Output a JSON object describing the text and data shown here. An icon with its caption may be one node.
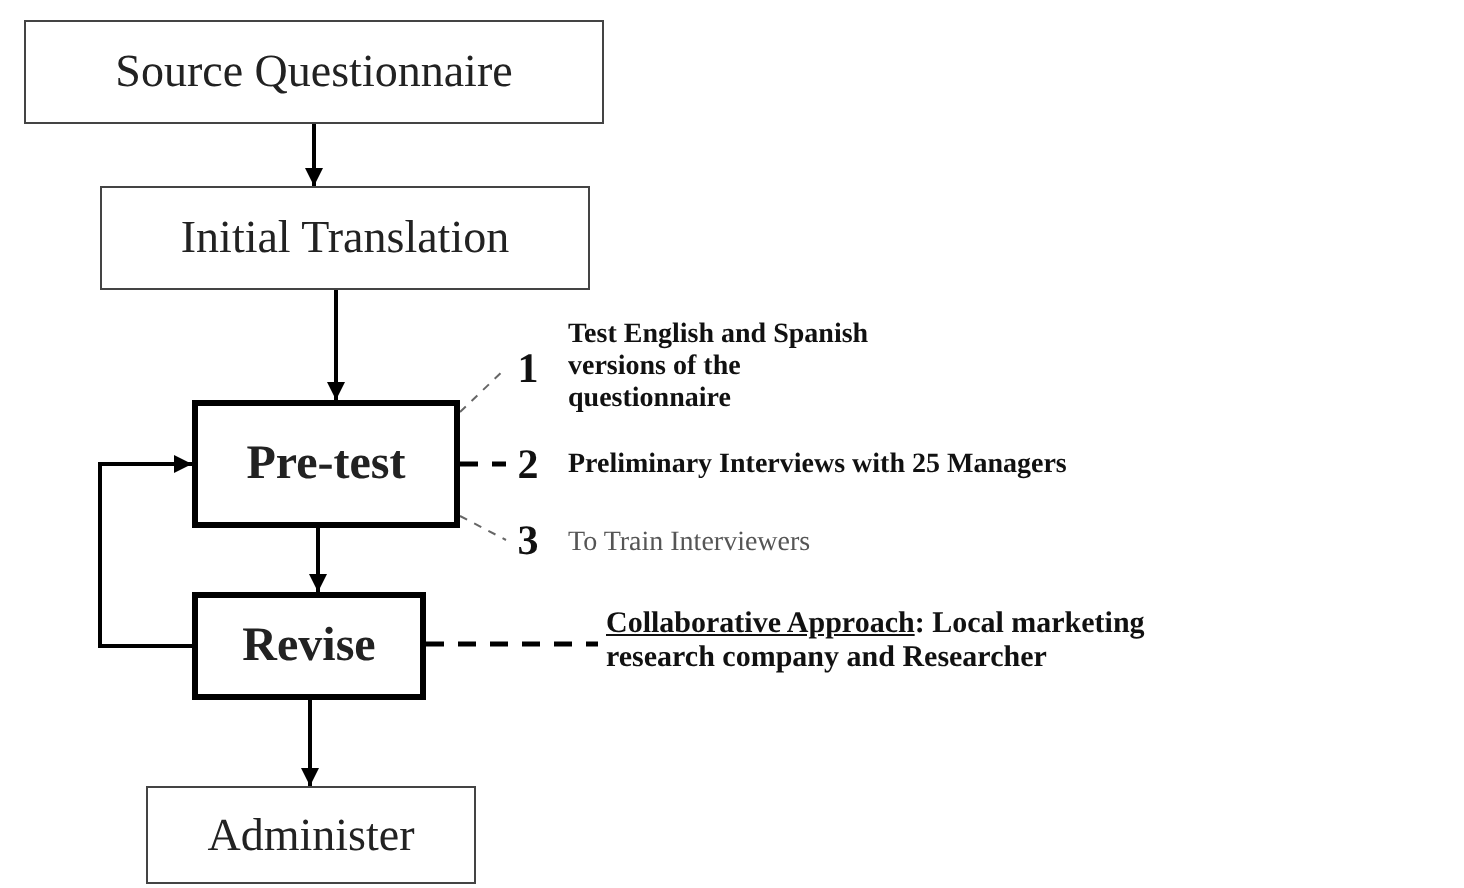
{
  "diagram": {
    "nodes": [
      {
        "text": [
          "Source Questionnaire"
        ]
      },
      {
        "text": [
          "Initial Translation"
        ]
      },
      {
        "text": [
          "Pre-test"
        ]
      },
      {
        "text": [
          "Revise"
        ]
      },
      {
        "text": [
          "Administer"
        ]
      },
      {
        "text": [
          "1"
        ],
        "beside": [
          "Test English and Spanish versions of the questionnaire"
        ]
      },
      {
        "text": [
          "2"
        ],
        "beside": [
          "Preliminary Interviews with 25 Managers"
        ]
      },
      {
        "text": [
          "3"
        ],
        "beside": [
          "To Train Interviewers"
        ]
      },
      {
        "text": [
          "Collaborative Approach",
          ": Local marketing research company and Researcher"
        ]
      }
    ],
    "edges": [
      {
        "from": 0,
        "to": 1,
        "arrow": "to"
      },
      {
        "from": 1,
        "to": 2,
        "arrow": "to"
      },
      {
        "from": 2,
        "to": 3,
        "arrow": "to"
      },
      {
        "from": 3,
        "to": 2,
        "arrow": "to"
      },
      {
        "from": 3,
        "to": 4,
        "arrow": "to"
      },
      {
        "from": 2,
        "to": 5,
        "arrow": "none",
        "style": "dashed",
        "color": "#666666"
      },
      {
        "from": 2,
        "to": 6,
        "arrow": "none",
        "style": "dashed"
      },
      {
        "from": 2,
        "to": 7,
        "arrow": "none",
        "style": "dashed",
        "color": "#666666"
      },
      {
        "from": 3,
        "to": 8,
        "arrow": "none",
        "style": "dashed"
      }
    ]
  }
}
